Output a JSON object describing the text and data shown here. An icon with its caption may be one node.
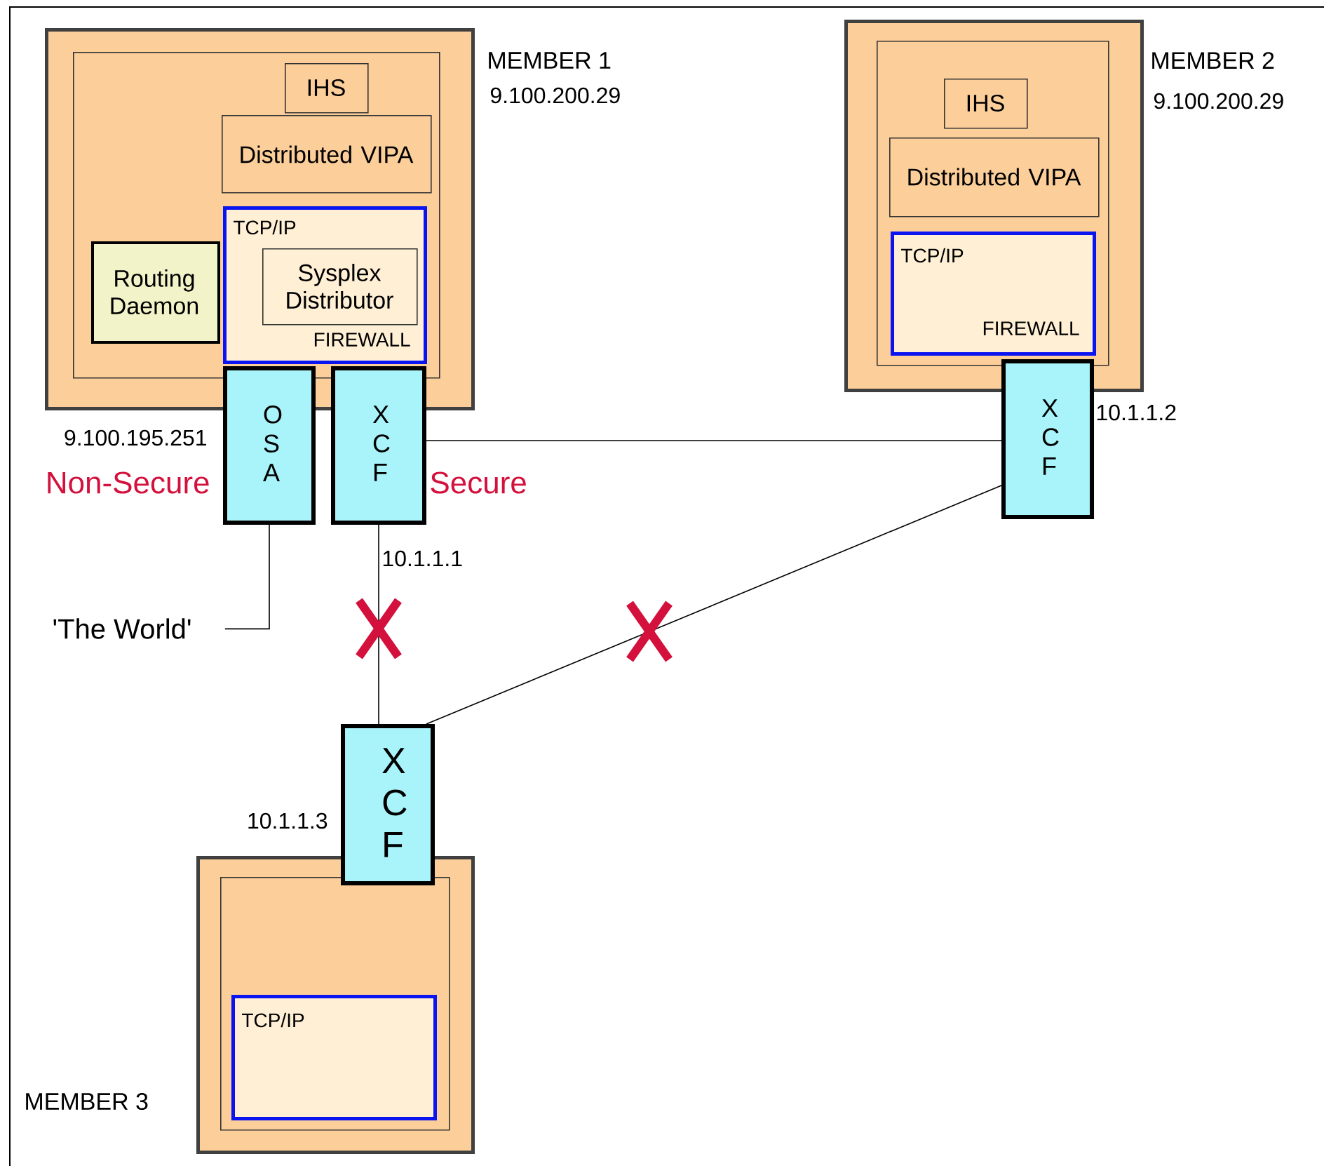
{
  "diagram": {
    "nodes": [
      {
        "text": [
          "MEMBER 1",
          "9.100.200.29"
        ]
      },
      {
        "text": [],
        "shape": "box",
        "in": 0
      },
      {
        "text": [
          "IHS"
        ],
        "in": 1
      },
      {
        "text": [
          "Distributed VIPA"
        ],
        "in": 1
      },
      {
        "text": [
          "Routing Daemon"
        ],
        "in": 1
      },
      {
        "text": [
          "TCP/IP",
          "FIREWALL"
        ],
        "in": 1
      },
      {
        "text": [
          "Sysplex Distributor"
        ],
        "in": 5
      },
      {
        "text": [
          "O S A"
        ],
        "beside": [
          "9.100.195.251",
          "Non-Secure"
        ]
      },
      {
        "text": [
          "X C F"
        ],
        "beside": [
          "Secure",
          "10.1.1.1"
        ]
      },
      {
        "text": [
          "MEMBER 2",
          "9.100.200.29"
        ]
      },
      {
        "text": [],
        "shape": "box",
        "in": 9
      },
      {
        "text": [
          "IHS"
        ],
        "in": 10
      },
      {
        "text": [
          "Distributed VIPA"
        ],
        "in": 10
      },
      {
        "text": [
          "TCP/IP",
          "FIREWALL"
        ],
        "in": 10
      },
      {
        "text": [
          "X C F"
        ],
        "beside": [
          "10.1.1.2"
        ]
      },
      {
        "text": [
          "X C F"
        ],
        "beside": [
          "10.1.1.3"
        ]
      },
      {
        "text": [
          "MEMBER 3"
        ]
      },
      {
        "text": [],
        "shape": "box",
        "in": 16
      },
      {
        "text": [
          "TCP/IP"
        ],
        "in": 17
      },
      {
        "text": [
          "'The World'"
        ]
      }
    ],
    "edges": [
      {
        "from": 7,
        "to": 19,
        "arrow": "none"
      },
      {
        "from": 8,
        "to": 14,
        "arrow": "none"
      },
      {
        "from": 8,
        "to": 15,
        "arrow": "none"
      },
      {
        "from": 14,
        "to": 15,
        "arrow": "none"
      }
    ]
  }
}
